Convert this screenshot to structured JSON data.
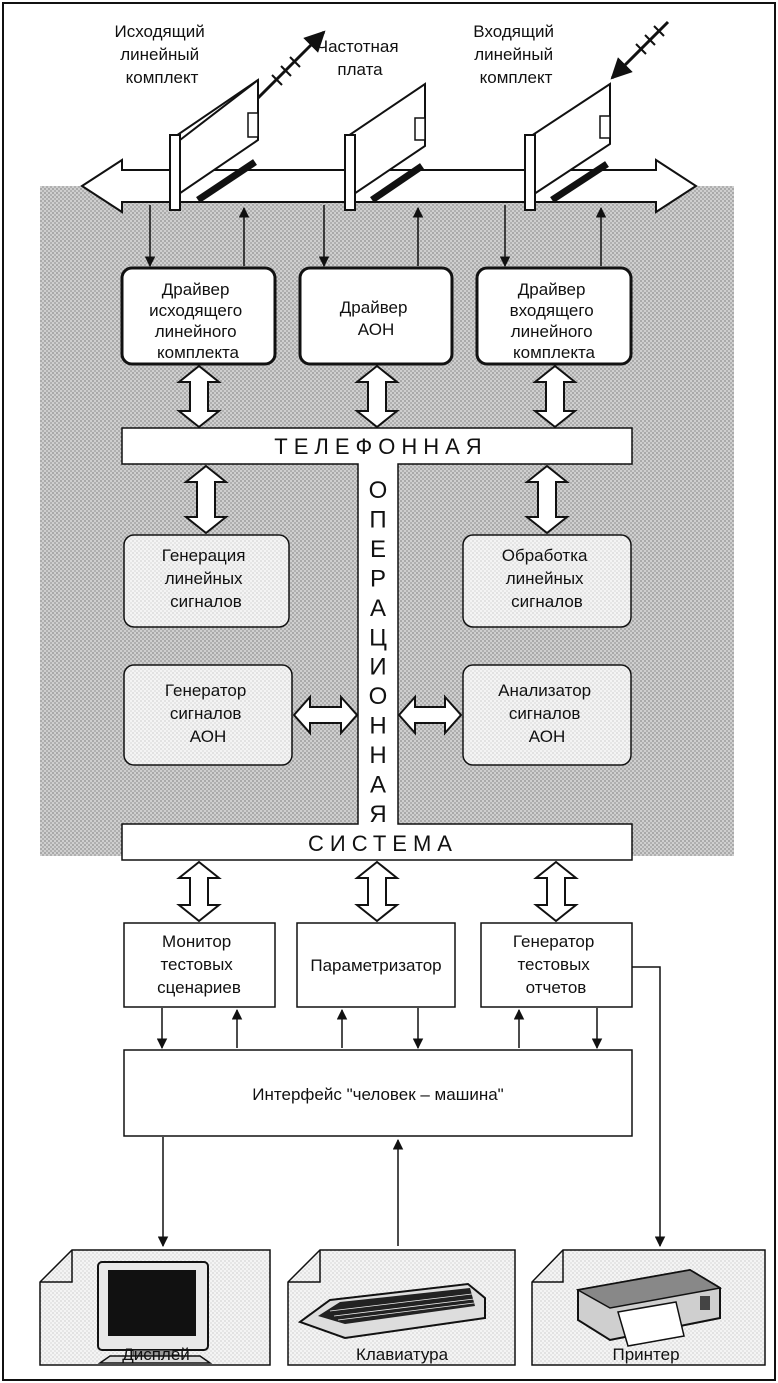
{
  "top_labels": {
    "outgoing": [
      "Исходящий",
      "линейный",
      "комплект"
    ],
    "frequency": [
      "Частотная",
      "плата"
    ],
    "incoming": [
      "Входящий",
      "линейный",
      "комплект"
    ]
  },
  "drivers": {
    "outgoing": [
      "Драйвер",
      "исходящего",
      "линейного",
      "комплекта"
    ],
    "aon": [
      "Драйвер",
      "АОН"
    ],
    "incoming": [
      "Драйвер",
      "входящего",
      "линейного",
      "комплекта"
    ]
  },
  "bus": {
    "top": "ТЕЛЕФОННАЯ",
    "vertical": [
      "О",
      "П",
      "Е",
      "Р",
      "А",
      "Ц",
      "И",
      "О",
      "Н",
      "Н",
      "А",
      "Я"
    ],
    "bottom": "СИСТЕМА"
  },
  "modules": {
    "line_gen": [
      "Генерация",
      "линейных",
      "сигналов"
    ],
    "line_proc": [
      "Обработка",
      "линейных",
      "сигналов"
    ],
    "aon_gen": [
      "Генератор",
      "сигналов",
      "АОН"
    ],
    "aon_analyzer": [
      "Анализатор",
      "сигналов",
      "АОН"
    ]
  },
  "tools": {
    "monitor": [
      "Монитор",
      "тестовых",
      "сценариев"
    ],
    "param": [
      "Параметризатор"
    ],
    "report": [
      "Генератор",
      "тестовых",
      "отчетов"
    ]
  },
  "hmi": "Интерфейс \"человек – машина\"",
  "devices": {
    "display": "Дисплей",
    "keyboard": "Клавиатура",
    "printer": "Принтер"
  },
  "icons": [
    "display-icon",
    "keyboard-icon",
    "printer-icon",
    "antenna-icon"
  ]
}
